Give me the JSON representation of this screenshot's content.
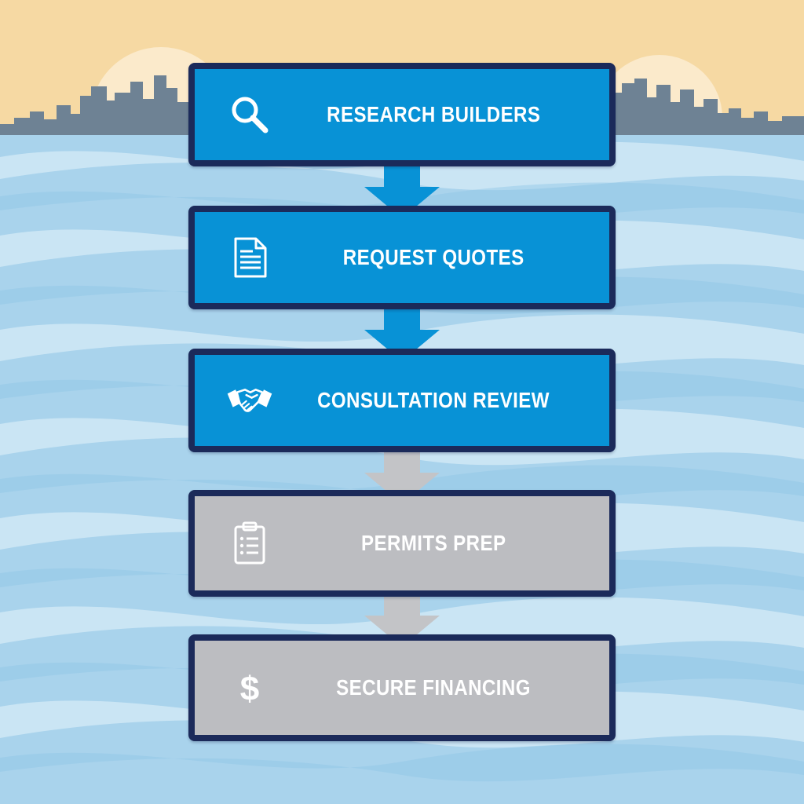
{
  "colors": {
    "sky": "#f6d9a3",
    "sun": "#fbeacb",
    "skyline": "#6e8294",
    "water_light": "#d6ebf7",
    "water_mid": "#a9d3ec",
    "water_dark": "#8fc6e6",
    "step_active": "#0892d6",
    "step_pending": "#bcbdc1",
    "step_border": "#1b2a5a",
    "arrow_active": "#0892d6",
    "arrow_pending": "#c3c4c7"
  },
  "steps": [
    {
      "label": "RESEARCH BUILDERS",
      "icon": "search-icon",
      "status": "active"
    },
    {
      "label": "REQUEST QUOTES",
      "icon": "document-icon",
      "status": "active"
    },
    {
      "label": "CONSULTATION REVIEW",
      "icon": "handshake-icon",
      "status": "active"
    },
    {
      "label": "PERMITS PREP",
      "icon": "clipboard-icon",
      "status": "pending"
    },
    {
      "label": "SECURE FINANCING",
      "icon": "dollar-icon",
      "status": "pending"
    }
  ]
}
